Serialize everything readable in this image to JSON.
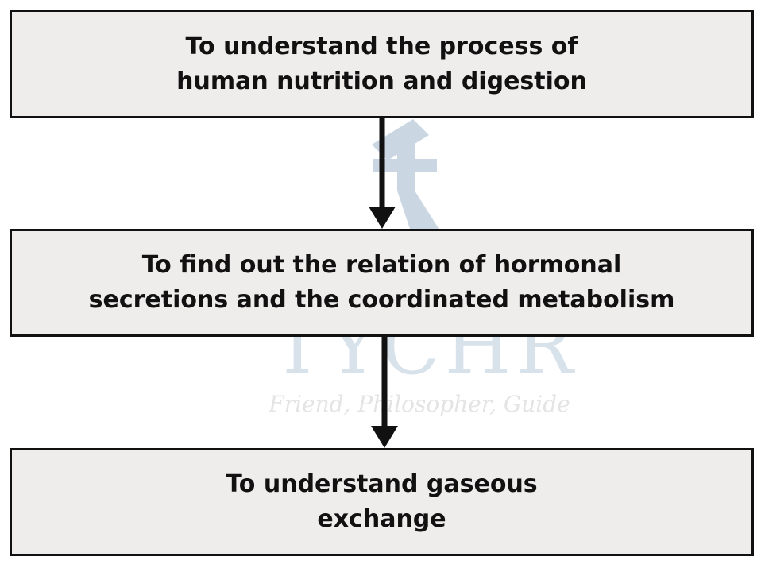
{
  "flowchart": {
    "steps": [
      {
        "lines": [
          "To understand the process of",
          "human nutrition and digestion"
        ]
      },
      {
        "lines": [
          "To find out the relation of hormonal",
          "secretions and the coordinated metabolism"
        ]
      },
      {
        "lines": [
          "To understand gaseous",
          "exchange"
        ]
      }
    ]
  },
  "watermark": {
    "brand": "TYCHR",
    "tagline": "Friend, Philosopher, Guide"
  },
  "colors": {
    "box_fill": "#efecec",
    "border": "#111111",
    "text": "#111111",
    "watermark": "#b9c9d8"
  }
}
